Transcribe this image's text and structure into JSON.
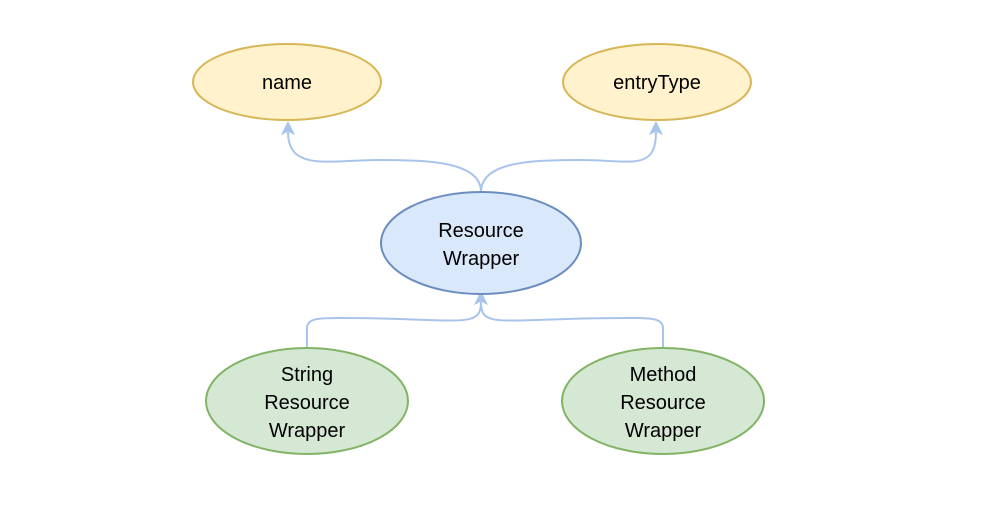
{
  "diagram": {
    "nodes": {
      "name": {
        "label": "name"
      },
      "entry_type": {
        "label": "entryType"
      },
      "resource_wrapper": {
        "lines": [
          "Resource",
          "Wrapper"
        ]
      },
      "string_resource_wrapper": {
        "lines": [
          "String",
          "Resource",
          "Wrapper"
        ]
      },
      "method_resource_wrapper": {
        "lines": [
          "Method",
          "Resource",
          "Wrapper"
        ]
      }
    },
    "edges": [
      {
        "from": "resource_wrapper",
        "to": "name"
      },
      {
        "from": "resource_wrapper",
        "to": "entryType"
      },
      {
        "from": "string_resource_wrapper",
        "to": "resource_wrapper"
      },
      {
        "from": "method_resource_wrapper",
        "to": "resource_wrapper"
      }
    ],
    "colors": {
      "attribute_fill": "#fff2cc",
      "attribute_stroke": "#d6b656",
      "base_fill": "#dae8fc",
      "base_stroke": "#6c8ebf",
      "subclass_fill": "#d5e8d4",
      "subclass_stroke": "#82b366",
      "edge": "#a9c4eb"
    }
  }
}
